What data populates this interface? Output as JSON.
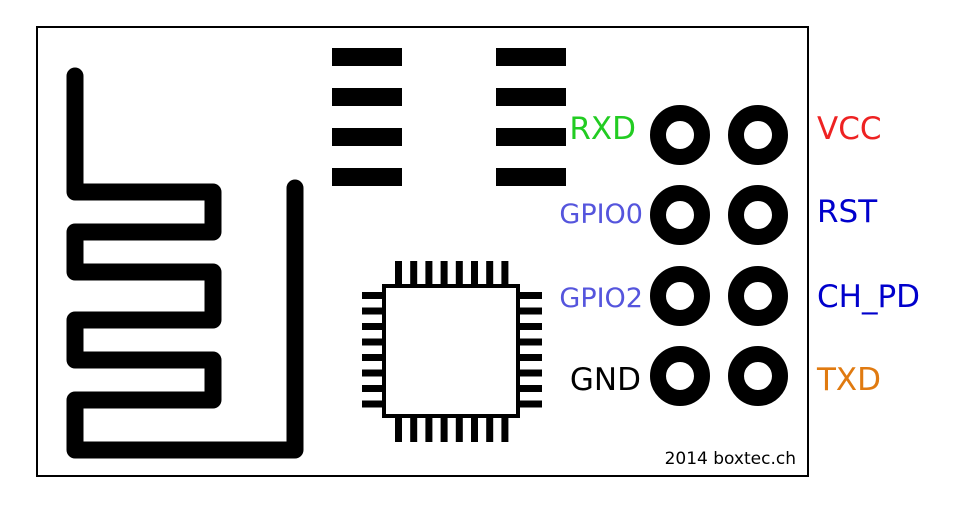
{
  "pins": {
    "left": [
      {
        "label": "RXD",
        "color": "#22cc22"
      },
      {
        "label": "GPIO0",
        "color": "#5555dd"
      },
      {
        "label": "GPIO2",
        "color": "#5555dd"
      },
      {
        "label": "GND",
        "color": "#000000"
      }
    ],
    "right": [
      {
        "label": "VCC",
        "color": "#ee2222"
      },
      {
        "label": "RST",
        "color": "#0000cc"
      },
      {
        "label": "CH_PD",
        "color": "#0000cc"
      },
      {
        "label": "TXD",
        "color": "#e07a10"
      }
    ]
  },
  "credit": "2014 boxtec.ch"
}
